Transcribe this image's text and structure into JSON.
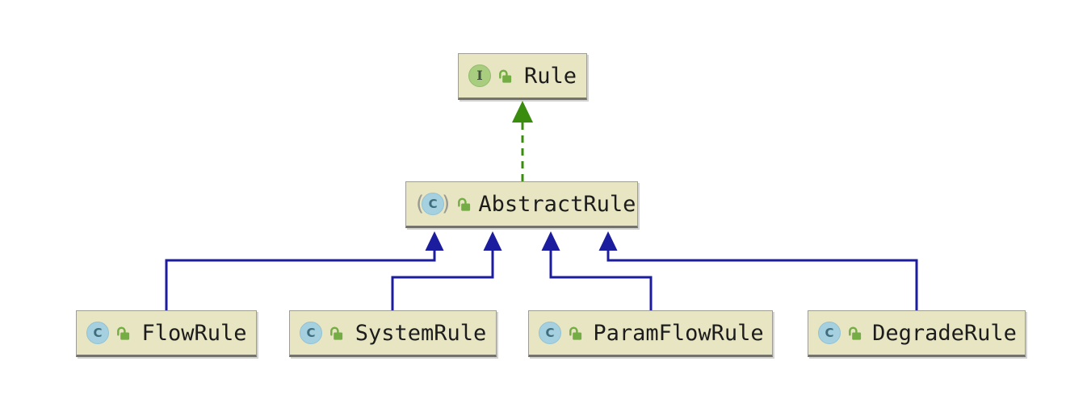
{
  "page": {
    "background": "#ffffff",
    "description": "UML class hierarchy diagram"
  },
  "diagram": {
    "nodes": {
      "rule": {
        "label": "Rule",
        "kind": "interface",
        "icon_letter": "I"
      },
      "abstract_rule": {
        "label": "AbstractRule",
        "kind": "abstract class",
        "icon_letter": "C",
        "paren_open": "(",
        "paren_close": ")"
      },
      "flow_rule": {
        "label": "FlowRule",
        "kind": "class",
        "icon_letter": "C"
      },
      "system_rule": {
        "label": "SystemRule",
        "kind": "class",
        "icon_letter": "C"
      },
      "param_flow_rule": {
        "label": "ParamFlowRule",
        "kind": "class",
        "icon_letter": "C"
      },
      "degrade_rule": {
        "label": "DegradeRule",
        "kind": "class",
        "icon_letter": "C"
      }
    },
    "edges": [
      {
        "from": "AbstractRule",
        "to": "Rule",
        "relation": "implements",
        "line": "dashed",
        "color": "#3a8c0f"
      },
      {
        "from": "FlowRule",
        "to": "AbstractRule",
        "relation": "extends",
        "line": "solid",
        "color": "#1c1c9e"
      },
      {
        "from": "SystemRule",
        "to": "AbstractRule",
        "relation": "extends",
        "line": "solid",
        "color": "#1c1c9e"
      },
      {
        "from": "ParamFlowRule",
        "to": "AbstractRule",
        "relation": "extends",
        "line": "solid",
        "color": "#1c1c9e"
      },
      {
        "from": "DegradeRule",
        "to": "AbstractRule",
        "relation": "extends",
        "line": "solid",
        "color": "#1c1c9e"
      }
    ],
    "colors": {
      "node_fill": "#e8e5c3",
      "node_border": "#9e9e96",
      "node_border_bottom": "#73736b",
      "label_text": "#1c1c1c",
      "extends_arrow": "#1c1c9e",
      "implements_arrow": "#3a8c0f",
      "interface_icon_bg": "#a8cd7f",
      "interface_icon_letter": "#41533c",
      "class_icon_bg": "#a4d0e0",
      "class_icon_letter": "#3f6d7c",
      "abstract_paren": "#9a9a92",
      "lock_icon": "#74ad44"
    }
  }
}
